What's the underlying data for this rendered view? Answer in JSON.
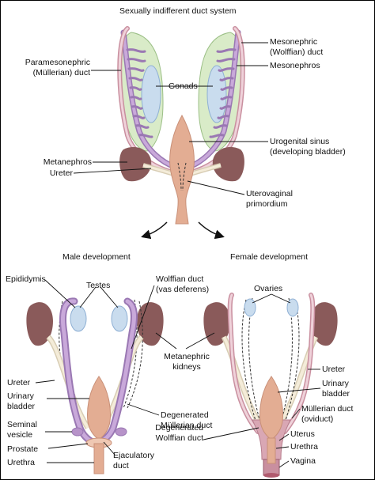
{
  "top": {
    "title": "Sexually indifferent duct system",
    "paramesonephric": "Paramesonephric\n(Müllerian) duct",
    "mesonephric_duct": "Mesonephric\n(Wolffian) duct",
    "mesonephros": "Mesonephros",
    "gonads": "Gonads",
    "urogenital_sinus": "Urogenital sinus\n(developing bladder)",
    "metanephros": "Metanephros",
    "ureter": "Ureter",
    "uterovaginal": "Uterovaginal\nprimordium"
  },
  "male": {
    "title": "Male development",
    "epididymis": "Epididymis",
    "testes": "Testes",
    "wolffian": "Wolffian duct\n(vas deferens)",
    "metanephric_kidneys": "Metanephric\nkidneys",
    "ureter": "Ureter",
    "urinary_bladder": "Urinary\nbladder",
    "degenerated_mullerian": "Degenerated\nMüllerian duct",
    "seminal_vesicle": "Seminal\nvesicle",
    "prostate": "Prostate",
    "urethra": "Urethra",
    "ejaculatory": "Ejaculatory\nduct"
  },
  "female": {
    "title": "Female development",
    "ovaries": "Ovaries",
    "ureter": "Ureter",
    "urinary_bladder": "Urinary\nbladder",
    "mullerian_oviduct": "Müllerian duct\n(oviduct)",
    "degenerated_wolffian": "Degenerated\nWolffian duct",
    "uterus": "Uterus",
    "urethra": "Urethra",
    "vagina": "Vagina"
  },
  "colors": {
    "wolffian_purple": "#b793c9",
    "mullerian_pink": "#d9a7b4",
    "gonad_blue": "#c9dcee",
    "mesonephros_green": "#d9ebc8",
    "kidney_brown": "#8a5a5a",
    "sinus_tan": "#e3ad93",
    "ureter_cream": "#efe5cf"
  }
}
